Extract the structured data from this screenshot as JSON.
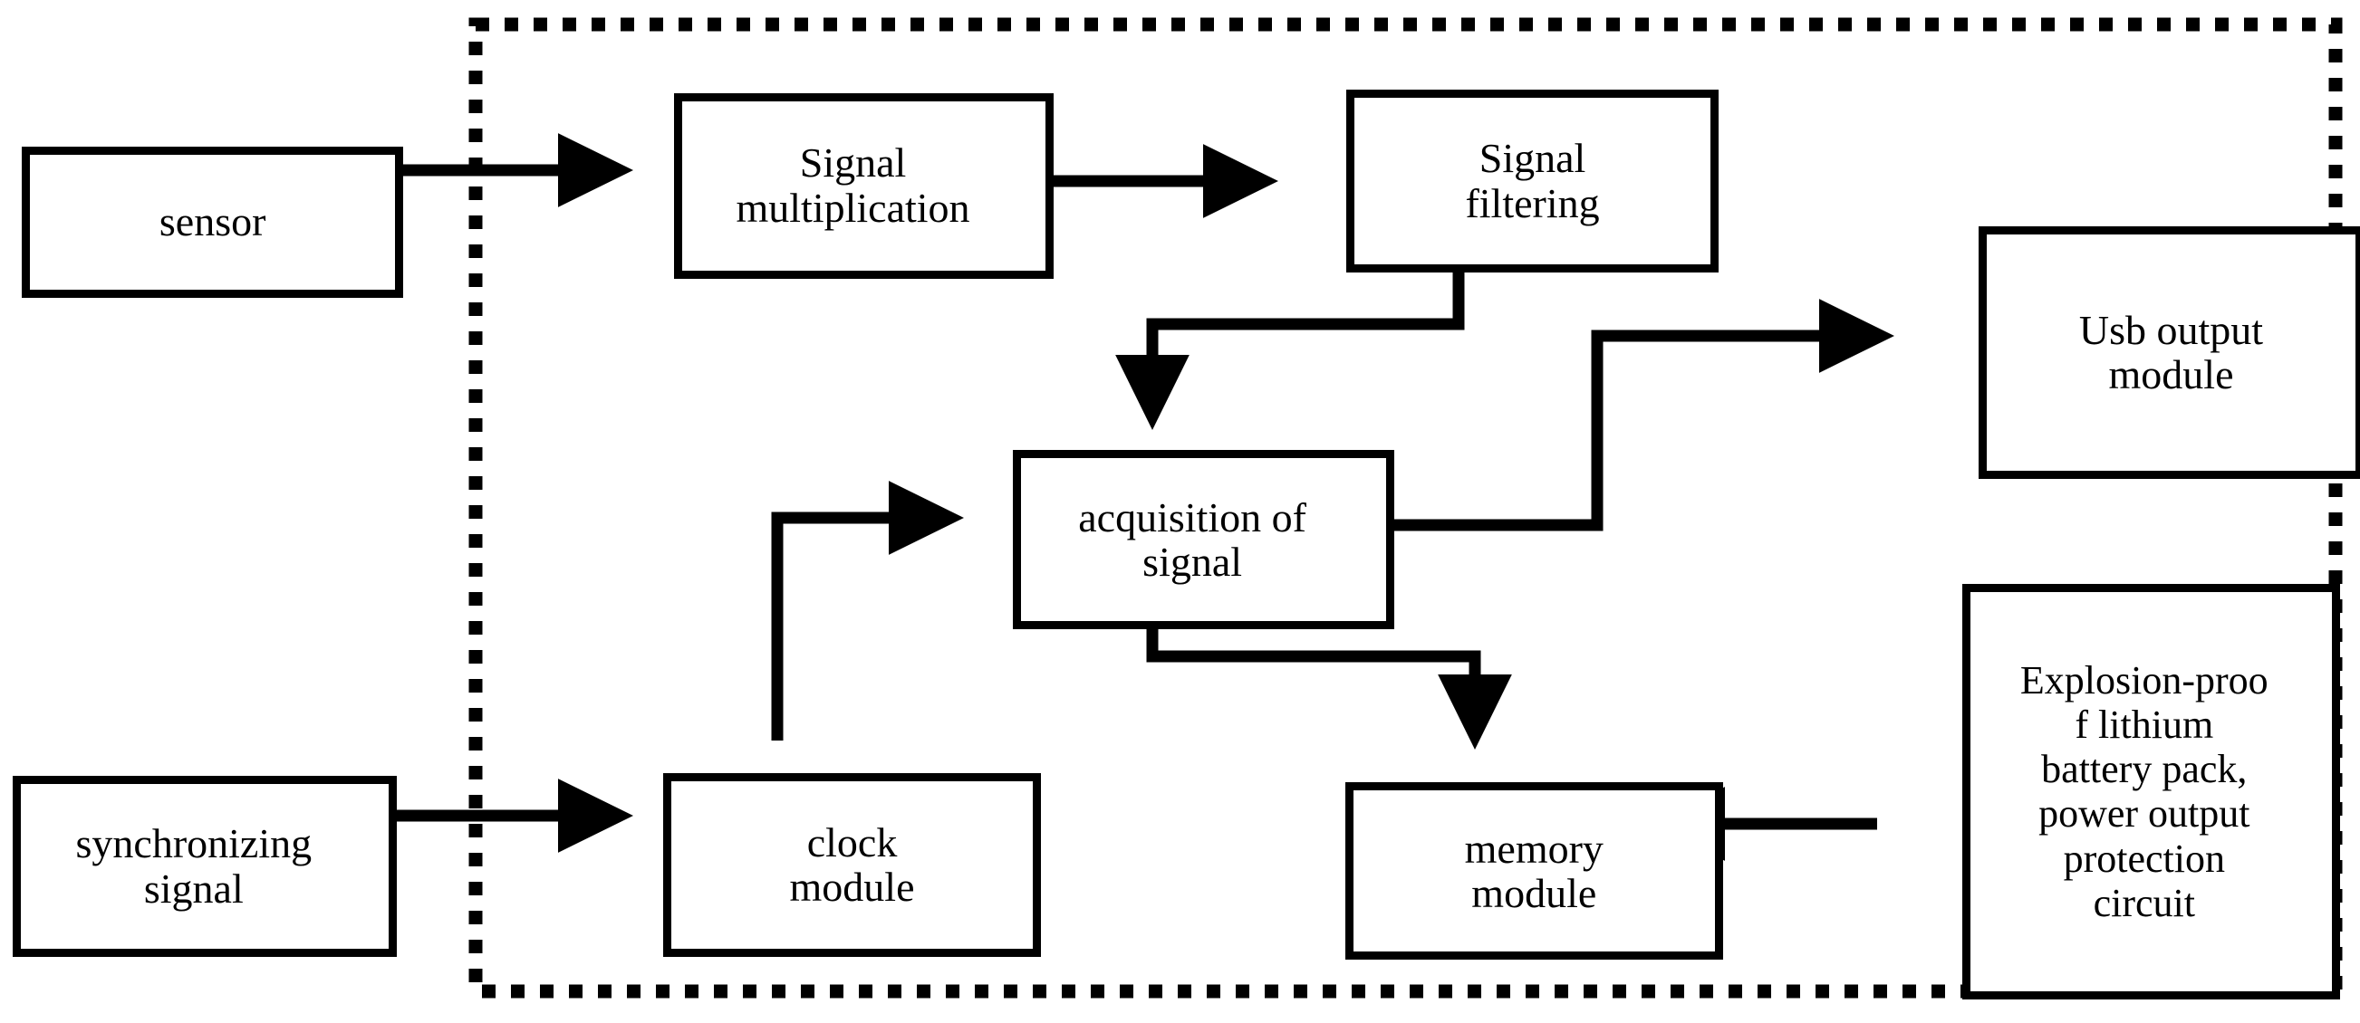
{
  "diagram": {
    "title": "signal acquisition device block diagram",
    "enclosure": {
      "name": "device-enclosure-boundary",
      "style": "dotted",
      "color": "#000000"
    },
    "colors": {
      "stroke": "#000000",
      "fill": "#ffffff",
      "text": "#000000"
    },
    "nodes": [
      {
        "id": "sensor",
        "label": "sensor",
        "inside_enclosure": false
      },
      {
        "id": "signal-multiplication",
        "label": "Signal\nmultiplication",
        "inside_enclosure": true
      },
      {
        "id": "signal-filtering",
        "label": "Signal\nfiltering",
        "inside_enclosure": true
      },
      {
        "id": "usb-output-module",
        "label": "Usb output\nmodule",
        "inside_enclosure": true
      },
      {
        "id": "acquisition-of-signal",
        "label": "acquisition of\nsignal",
        "inside_enclosure": true
      },
      {
        "id": "battery",
        "label": "Explosion-proo\nf lithium\nbattery pack,\npower output\nprotection\ncircuit",
        "inside_enclosure": true
      },
      {
        "id": "synchronizing-signal",
        "label": "synchronizing\nsignal",
        "inside_enclosure": false
      },
      {
        "id": "clock-module",
        "label": "clock\nmodule",
        "inside_enclosure": true
      },
      {
        "id": "memory-module",
        "label": "memory\nmodule",
        "inside_enclosure": true
      }
    ],
    "edges": [
      {
        "id": "sensor-to-signal-multiplication",
        "from": "sensor",
        "to": "signal-multiplication",
        "arrow": true
      },
      {
        "id": "signal-multiplication-to-filtering",
        "from": "signal-multiplication",
        "to": "signal-filtering",
        "arrow": true
      },
      {
        "id": "filtering-to-acquisition",
        "from": "signal-filtering",
        "to": "acquisition-of-signal",
        "arrow": true
      },
      {
        "id": "acquisition-to-usb-output",
        "from": "acquisition-of-signal",
        "to": "usb-output-module",
        "arrow": true
      },
      {
        "id": "acquisition-to-memory",
        "from": "acquisition-of-signal",
        "to": "memory-module",
        "arrow": true
      },
      {
        "id": "clock-to-acquisition",
        "from": "clock-module",
        "to": "acquisition-of-signal",
        "arrow": true
      },
      {
        "id": "synchronizing-signal-to-clock",
        "from": "synchronizing-signal",
        "to": "clock-module",
        "arrow": true
      },
      {
        "id": "battery-to-memory",
        "from": "battery",
        "to": "memory-module",
        "arrow": true
      }
    ]
  }
}
